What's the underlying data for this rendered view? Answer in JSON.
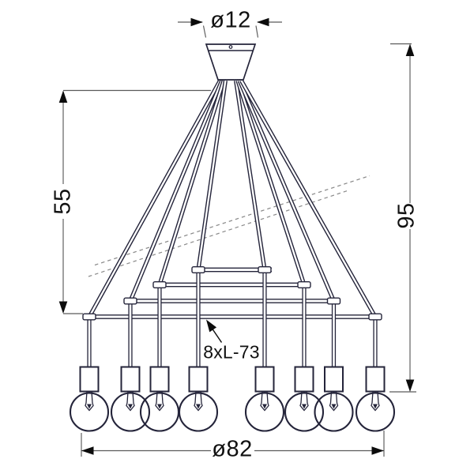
{
  "diagram": {
    "type": "technical-dimension-drawing",
    "subject": "8-light pendant chandelier",
    "bulb_count": 8,
    "labels": {
      "canopy_diameter": "ø12",
      "suspension_length": "55",
      "overall_height": "95",
      "cable_spec": "8xL-73",
      "overall_width": "ø82"
    },
    "colors": {
      "line": "#24243a",
      "dimension_line": "#5a5a5a",
      "arrow": "#0c0c0c",
      "text": "#111111",
      "background": "#ffffff"
    }
  }
}
